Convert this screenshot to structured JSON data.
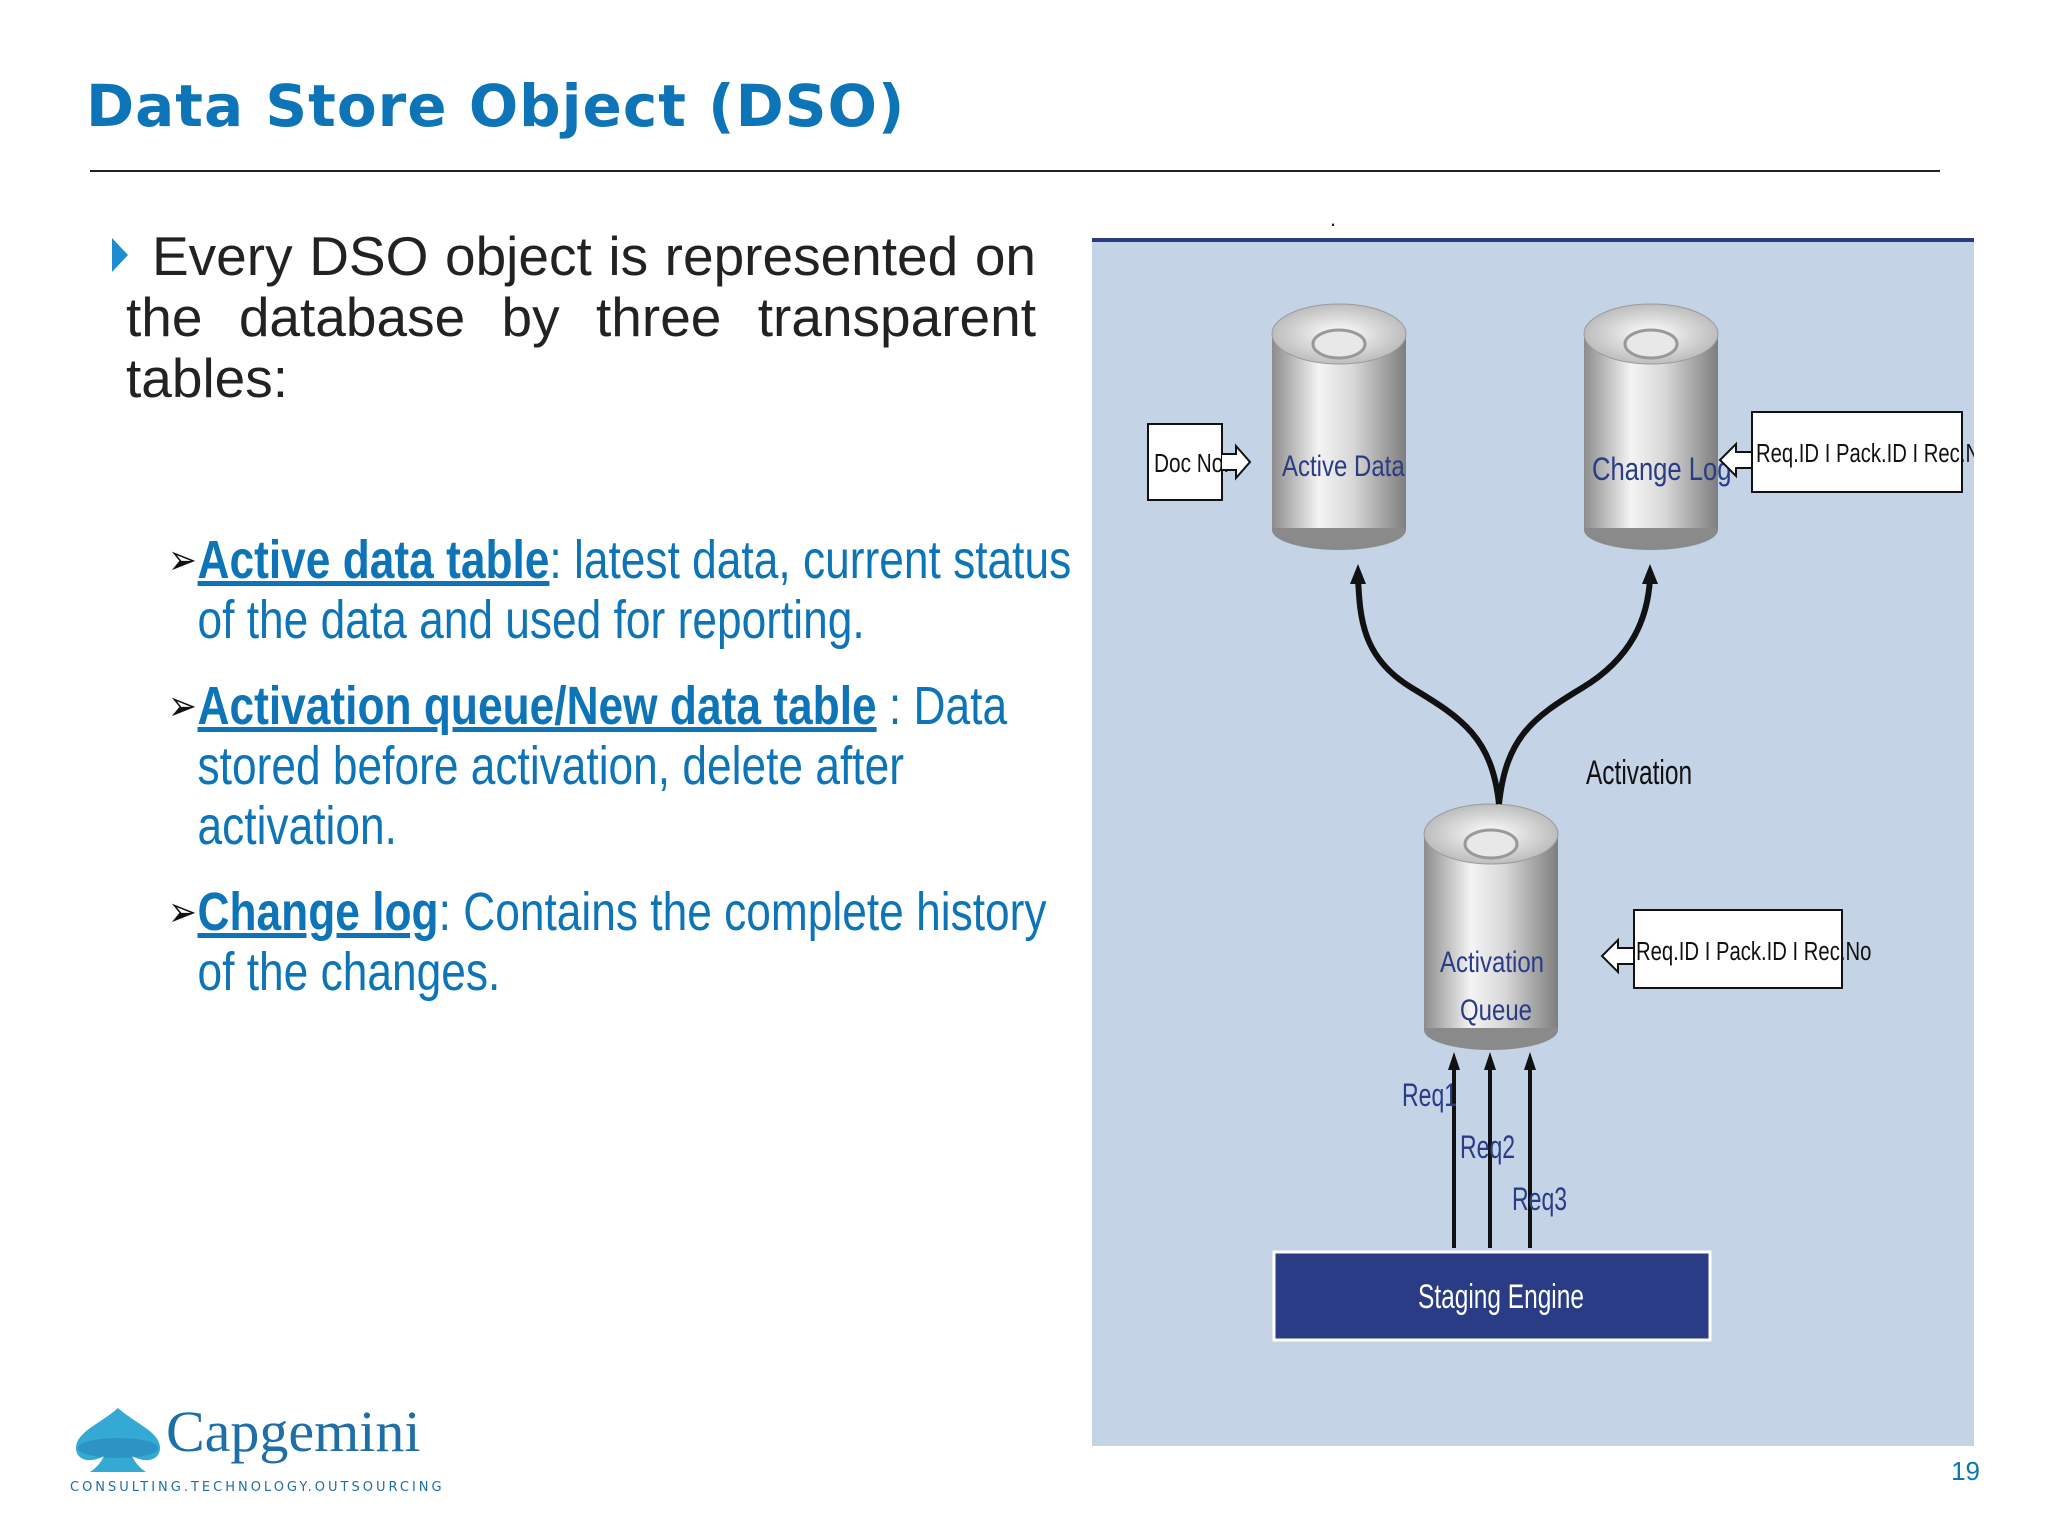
{
  "slide": {
    "title": "Data Store Object (DSO)",
    "intro": "Every DSO object is represented on the database by three transparent tables:",
    "bullets": [
      {
        "term": "Active data table",
        "sep": ": ",
        "text": "latest data, current status of the data and used for reporting."
      },
      {
        "term": "Activation queue/New data table",
        "sep": " ",
        "text": ": Data stored before activation, delete after activation."
      },
      {
        "term": "Change log",
        "sep": ":     ",
        "text": "Contains the complete history of the changes."
      }
    ],
    "page_number": "19"
  },
  "diagram": {
    "dot": ".",
    "doc_no": "Doc No.",
    "active_data": "Active Data",
    "change_log": "Change Log",
    "req_fields_top": "Req.ID I Pack.ID I Rec.No",
    "req_fields_mid": "Req.ID I Pack.ID I Rec.No",
    "activation": "Activation",
    "queue_line1": "Activation",
    "queue_line2": "Queue",
    "req1": "Req1",
    "req2": "Req2",
    "req3": "Req3",
    "staging": "Staging Engine"
  },
  "logo": {
    "name": "Capgemini",
    "tagline": "CONSULTING.TECHNOLOGY.OUTSOURCING"
  },
  "colors": {
    "accent": "#0e74b8",
    "diagram_bg": "#c4d3e6",
    "staging_box": "#2a3c86"
  },
  "icons": [
    "triangle-bullet-icon",
    "arrow-bullet-icon",
    "cylinder-icon",
    "spade-logo-icon"
  ]
}
